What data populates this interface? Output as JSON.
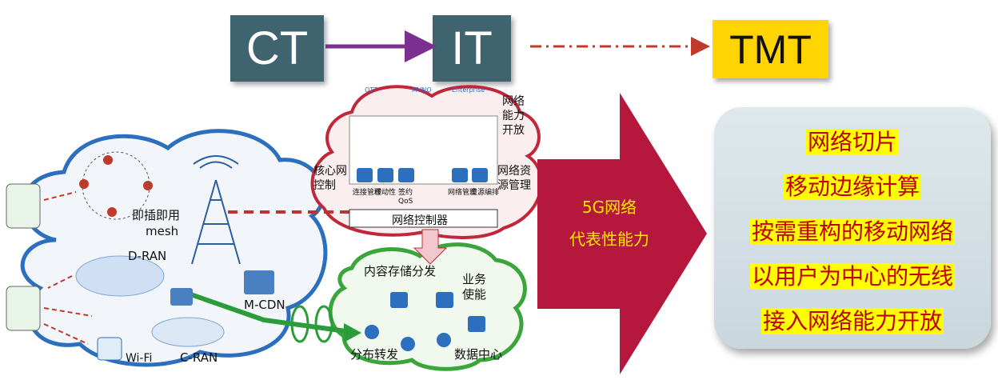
{
  "flow": {
    "ct": "CT",
    "it": "IT",
    "tmt": "TMT"
  },
  "arrow_text": {
    "line1": "5G网络",
    "line2": "代表性能力"
  },
  "capabilities": [
    "网络切片",
    "移动边缘计算",
    "按需重构的移动网络",
    "以用户为中心的无线",
    "接入网络能力开放"
  ],
  "diagram": {
    "ran_labels": {
      "mesh_cn": "即插即用",
      "mesh": "mesh",
      "dran": "D-RAN",
      "cran": "C-RAN",
      "wifi": "Wi-Fi",
      "mcdn": "M-CDN"
    },
    "core_labels": {
      "open_cap": "网络能力开放",
      "core_ctrl": "核心网控制",
      "res_mgmt": "网络资源管理",
      "controller": "网络控制器",
      "cloud_top": [
        "OTT",
        "MVNO",
        "Enterprise"
      ],
      "core_items": [
        "连接管理",
        "移动性",
        "签约",
        "QoS"
      ],
      "res_items": [
        "网络管理",
        "资源编排"
      ]
    },
    "service_labels": {
      "storage": "内容存储分发",
      "biz": "业务使能",
      "forward": "分布转发",
      "dc": "数据中心"
    }
  },
  "colors": {
    "box_dark": "#3f6470",
    "box_tmt": "#ffd400",
    "arrow_fill": "#b5173d",
    "cap_text": "#c00000",
    "cap_bg": "#ffff00",
    "panel": "#d3dfe4"
  }
}
